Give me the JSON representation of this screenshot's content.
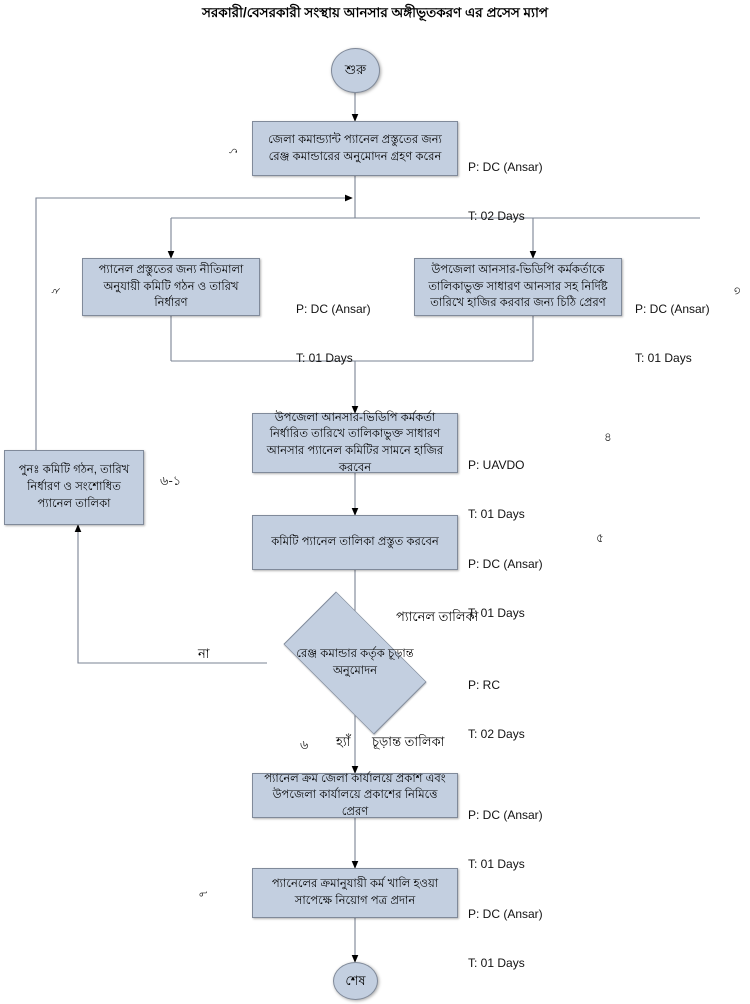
{
  "title": "সরকারী/বেসরকারী সংস্থায় আনসার অঙ্গীভূতকরণ এর প্রসেস ম্যাপ",
  "terminators": {
    "start": "শুরু",
    "end": "শেষ"
  },
  "steps": [
    {
      "id": "step1",
      "text": "জেলা কমান্ড্যান্ট প্যানেল প্রস্তুতের জন্য রেঞ্জ কমান্ডারের অনুমোদন গ্রহণ করেন",
      "person": "P: DC (Ansar)",
      "time": "T: 02 Days",
      "number": "১"
    },
    {
      "id": "step2",
      "text": "প্যানেল প্রস্তুতের জন্য নীতিমালা অনুযায়ী কমিটি গঠন ও তারিখ নির্ধারণ",
      "person": "P: DC (Ansar)",
      "time": "T: 01 Days",
      "number": "২"
    },
    {
      "id": "step3",
      "text": "উপজেলা আনসার-ভিডিপি কর্মকর্তাকে তালিকাভুক্ত সাধারণ আনসার সহ নির্দিষ্ট তারিখে হাজির করবার জন্য চিঠি প্রেরণ",
      "person": "P: DC (Ansar)",
      "time": "T: 01 Days",
      "number": "৩"
    },
    {
      "id": "step4",
      "text": "উপজেলা আনসার-ভিডিপি কর্মকর্তা নির্ধারিত তারিখে তালিকাভুক্ত সাধারণ আনসার প্যানেল কমিটির সামনে হাজির করবেন",
      "person": "P: UAVDO",
      "time": "T: 01 Days",
      "number": "৪"
    },
    {
      "id": "step5",
      "text": "কমিটি প্যানেল তালিকা প্রস্তুত করবেন",
      "person": "P: DC (Ansar)",
      "time": "T: 01 Days",
      "number": "৫"
    },
    {
      "id": "step6",
      "text": "প্যানেল ক্রম জেলা কার্যালয়ে প্রকাশ এবং উপজেলা কার্যালয়ে প্রকাশের নিমিত্তে প্রেরণ",
      "person": "P: DC (Ansar)",
      "time": "T: 01 Days",
      "number": ""
    },
    {
      "id": "step7",
      "text": "প্যানেলের ক্রমানুযায়ী কর্ম খালি হওয়া সাপেক্ষে নিয়োগ পত্র প্রদান",
      "person": "P: DC (Ansar)",
      "time": "T: 01 Days",
      "number": "৭"
    }
  ],
  "rework": {
    "id": "rework-box",
    "text": "পুনঃ  কমিটি গঠন, তারিখ নির্ধারণ ও সংশোধিত প্যানেল তালিকা",
    "number": "৬-১"
  },
  "decision": {
    "id": "decision1",
    "text": "রেঞ্জ কমান্ডার কর্তৃক চূড়ান্ত অনুমোদন",
    "person": "P: RC",
    "time": "T: 02 Days",
    "number": "৬",
    "input_label": "প্যানেল তালিকা",
    "no_label": "না",
    "yes_label": "হ্যাঁ",
    "yes_output_label": "চূড়ান্ত তালিকা"
  },
  "colors": {
    "node_fill": "#c3cfe0",
    "node_border": "#808a9a",
    "line": "#7a8393",
    "arrow_dark": "#000000",
    "text": "#000000"
  }
}
